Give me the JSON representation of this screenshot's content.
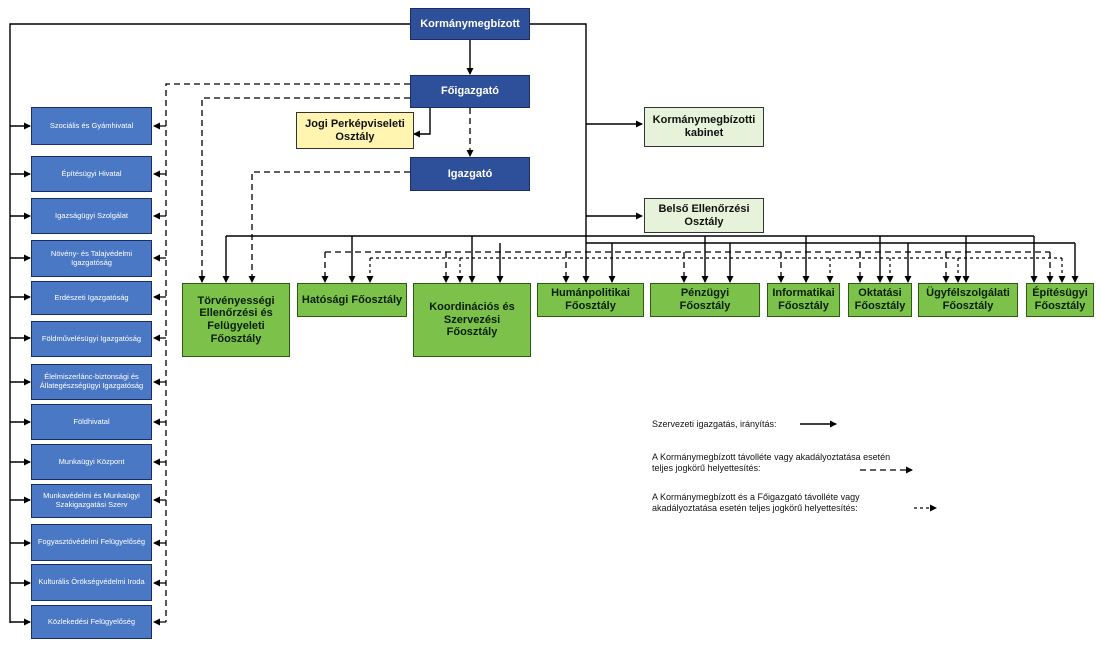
{
  "nodes": {
    "kormanymegbizott": "Kormánymegbízott",
    "foigazgato": "Főigazgató",
    "jogi": "Jogi Perképviseleti Osztály",
    "igazgato": "Igazgató",
    "kabinet": "Kormánymegbízotti kabinet",
    "belso": "Belső Ellenőrzési Osztály"
  },
  "departments": [
    "Törvényességi Ellenőrzési és Felügyeleti Főosztály",
    "Hatósági Főosztály",
    "Koordinációs és Szervezési Főosztály",
    "Humánpolitikai Főosztály",
    "Pénzügyi Főosztály",
    "Informatikai Főosztály",
    "Oktatási Főosztály",
    "Ügyfélszolgálati Főosztály",
    "Építésügyi Főosztály"
  ],
  "offices": [
    "Szociális és Gyámhivatal",
    "Építésügyi Hivatal",
    "Igazságügyi Szolgálat",
    "Növény- és Talajvédelmi Igazgatóság",
    "Erdészeti Igazgatóság",
    "Földművelésügyi Igazgatóság",
    "Élelmiszerlánc-biztonsági és Állategészségügyi Igazgatóság",
    "Földhivatal",
    "Munkaügyi Központ",
    "Munkavédelmi és Munkaügyi Szakigazgatási Szerv",
    "Fogyasztóvédelmi Felügyelőség",
    "Kulturális Örökségvédelmi Iroda",
    "Közlekedési Felügyelőség"
  ],
  "legend": {
    "solid": "Szervezeti igazgatás, irányítás:",
    "dashed": "A Kormánymegbízott távolléte vagy akadályoztatása esetén teljes jogkörű helyettesítés:",
    "dotted": "A Kormánymegbízott és a Főigazgató távolléte vagy akadályoztatása esetén teljes jogkörű helyettesítés:"
  }
}
